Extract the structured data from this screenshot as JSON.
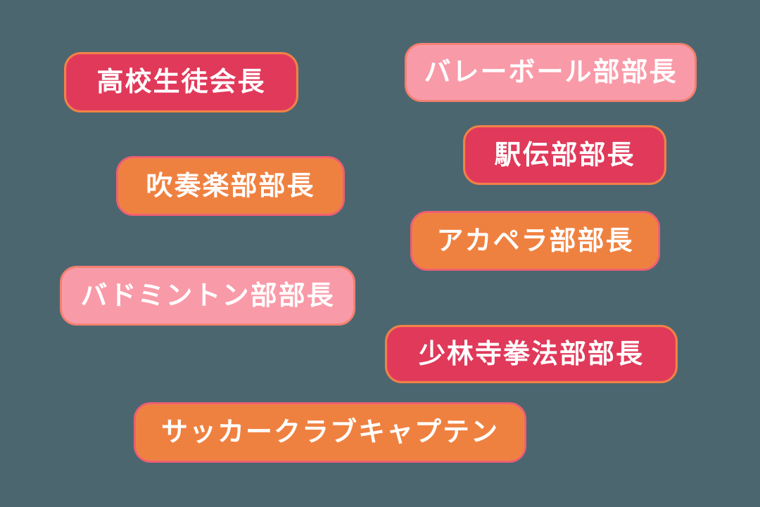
{
  "page": {
    "background_color": "#4C6670"
  },
  "palette": {
    "background": "#4C6670",
    "text": "#FFFFFF",
    "red": "#E0395A",
    "red-border": "#F08245",
    "pink": "#F99AA8",
    "pink-border": "#F4806F",
    "orange": "#EF8140",
    "orange-border": "#EF5F6F"
  },
  "badges": [
    {
      "label": "高校生徒会長",
      "variant": "red"
    },
    {
      "label": "バレーボール部部長",
      "variant": "pink"
    },
    {
      "label": "駅伝部部長",
      "variant": "red"
    },
    {
      "label": "吹奏楽部部長",
      "variant": "orange"
    },
    {
      "label": "アカペラ部部長",
      "variant": "orange"
    },
    {
      "label": "バドミントン部部長",
      "variant": "pink"
    },
    {
      "label": "少林寺拳法部部長",
      "variant": "red"
    },
    {
      "label": "サッカークラブキャプテン",
      "variant": "orange"
    }
  ]
}
